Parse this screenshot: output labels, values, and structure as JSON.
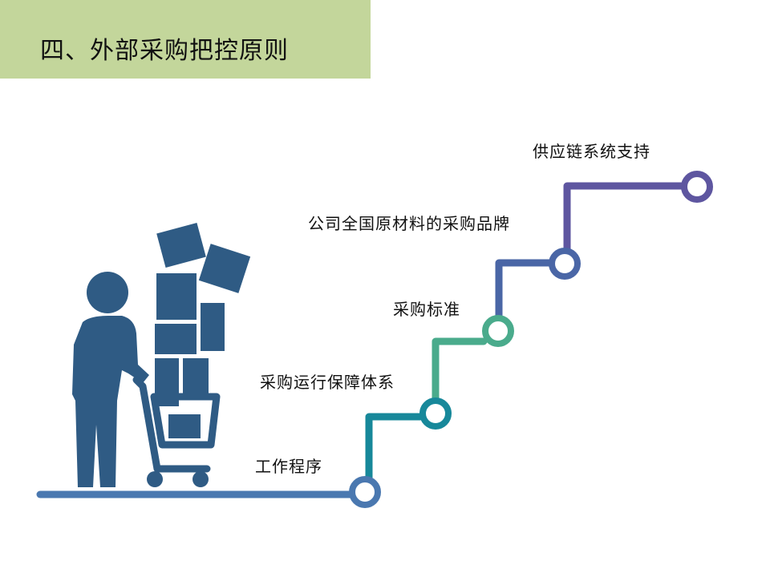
{
  "header": {
    "title": "四、外部采购把控原则"
  },
  "steps": [
    {
      "label": "工作程序"
    },
    {
      "label": "采购运行保障体系"
    },
    {
      "label": "采购标准"
    },
    {
      "label": "公司全国原材料的采购品牌"
    },
    {
      "label": "供应链系统支持"
    }
  ],
  "colors": {
    "header_bg": "#c3d69b",
    "figure": "#2f5b84",
    "stair_blue": "#4a78b0",
    "stair_teal": "#17889a",
    "stair_green": "#4aab8c",
    "stair_indigo": "#4a66a6",
    "stair_purple": "#5e56a0"
  }
}
